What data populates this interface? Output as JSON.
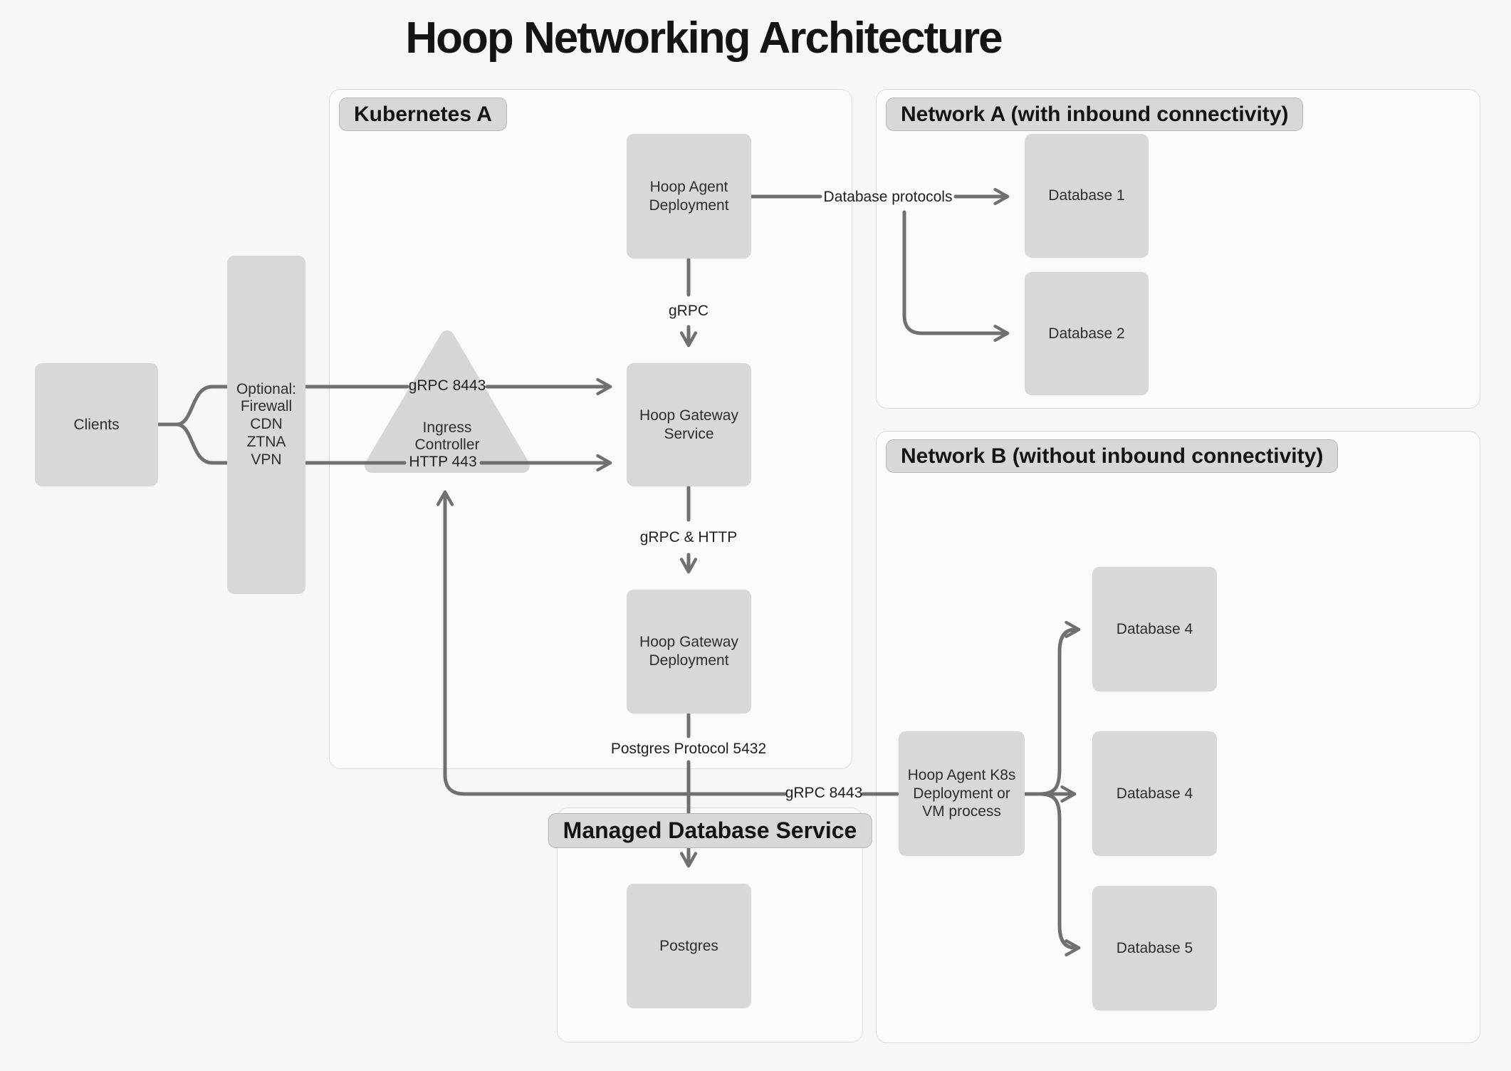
{
  "title": "Hoop Networking Architecture",
  "containers": {
    "kubernetes_a": {
      "label": "Kubernetes A"
    },
    "network_a": {
      "label": "Network A (with inbound connectivity)"
    },
    "network_b": {
      "label": "Network B (without inbound connectivity)"
    },
    "managed_db": {
      "label": "Managed Database Service"
    }
  },
  "nodes": {
    "clients": {
      "lines": [
        "Clients"
      ]
    },
    "optional_gateway": {
      "lines": [
        "Optional:",
        "Firewall",
        "CDN",
        "ZTNA",
        "VPN"
      ]
    },
    "ingress_controller": {
      "lines": [
        "Ingress",
        "Controller"
      ]
    },
    "hoop_agent_deployment": {
      "lines": [
        "Hoop Agent",
        "Deployment"
      ]
    },
    "hoop_gateway_service": {
      "lines": [
        "Hoop Gateway",
        "Service"
      ]
    },
    "hoop_gateway_deployment": {
      "lines": [
        "Hoop Gateway",
        "Deployment"
      ]
    },
    "postgres": {
      "lines": [
        "Postgres"
      ]
    },
    "database_1": {
      "lines": [
        "Database 1"
      ]
    },
    "database_2": {
      "lines": [
        "Database 2"
      ]
    },
    "database_4a": {
      "lines": [
        "Database 4"
      ]
    },
    "database_4b": {
      "lines": [
        "Database 4"
      ]
    },
    "database_5": {
      "lines": [
        "Database 5"
      ]
    },
    "hoop_agent_k8s": {
      "lines": [
        "Hoop Agent K8s",
        "Deployment or",
        "VM process"
      ]
    }
  },
  "edge_labels": {
    "database_protocols": "Database protocols",
    "grpc": "gRPC",
    "grpc_8443_ingress": "gRPC 8443",
    "http_443": "HTTP 443",
    "grpc_http": "gRPC & HTTP",
    "postgres_protocol": "Postgres Protocol 5432",
    "grpc_8443_agent": "gRPC 8443"
  },
  "colors": {
    "background": "#f7f7f7",
    "container_fill": "#fbfbfb",
    "container_border": "#dcdcdc",
    "node_fill": "#d8d8d8",
    "pill_border": "#b6b6b6",
    "line": "#707070",
    "text": "#2e2e2e",
    "title": "#141414"
  }
}
